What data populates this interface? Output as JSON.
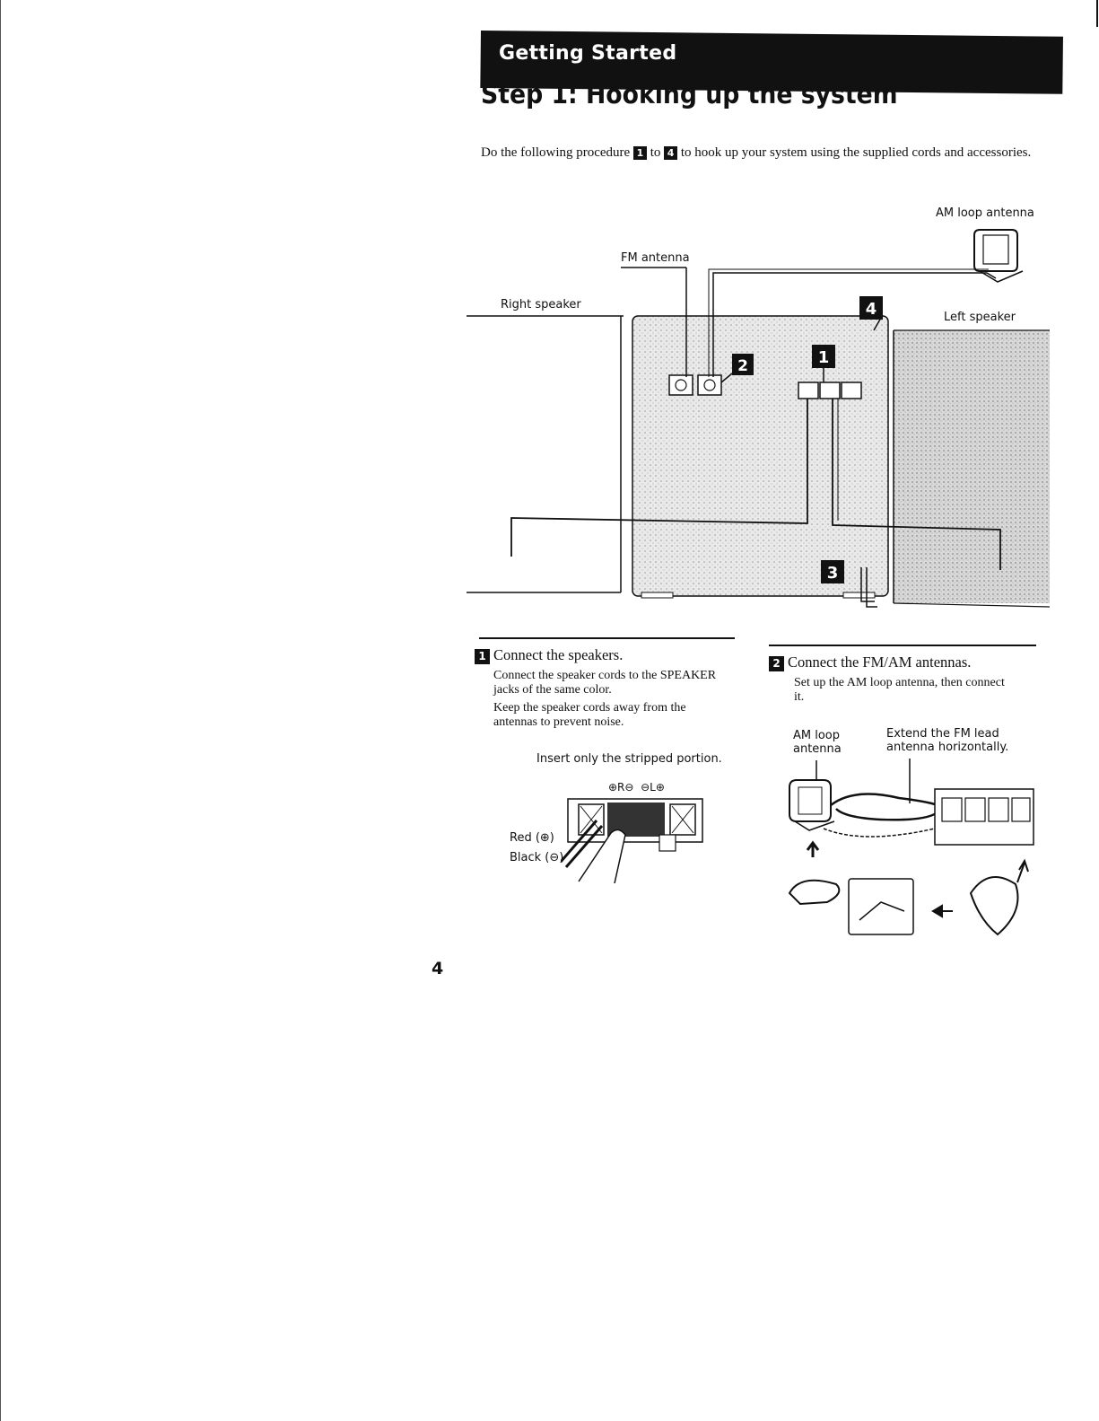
{
  "header": {
    "section_label": "Getting Started",
    "title": "Step 1: Hooking up the system"
  },
  "intro": {
    "before": "Do the following procedure",
    "step_from": "1",
    "middle": "to",
    "step_to": "4",
    "after": "to hook up your system using the supplied cords and accessories."
  },
  "diagram": {
    "am_loop_antenna": "AM loop antenna",
    "fm_antenna": "FM antenna",
    "right_speaker": "Right speaker",
    "left_speaker": "Left speaker",
    "callouts": [
      "1",
      "2",
      "3",
      "4"
    ]
  },
  "step1": {
    "number": "1",
    "heading": "Connect the speakers.",
    "para1": "Connect the speaker cords to the SPEAKER jacks of the same color.",
    "para2": "Keep the speaker cords away from the antennas to prevent noise.",
    "insert_note": "Insert only the stripped portion.",
    "jack_label": "⊕R⊖  ⊖L⊕",
    "red_label": "Red (⊕)",
    "black_label": "Black (⊖)"
  },
  "step2": {
    "number": "2",
    "heading": "Connect the FM/AM antennas.",
    "para1": "Set up the AM loop antenna, then connect it.",
    "am_label": "AM loop antenna",
    "fm_note": "Extend the FM lead antenna horizontally."
  },
  "footer": {
    "page_number": "4"
  }
}
